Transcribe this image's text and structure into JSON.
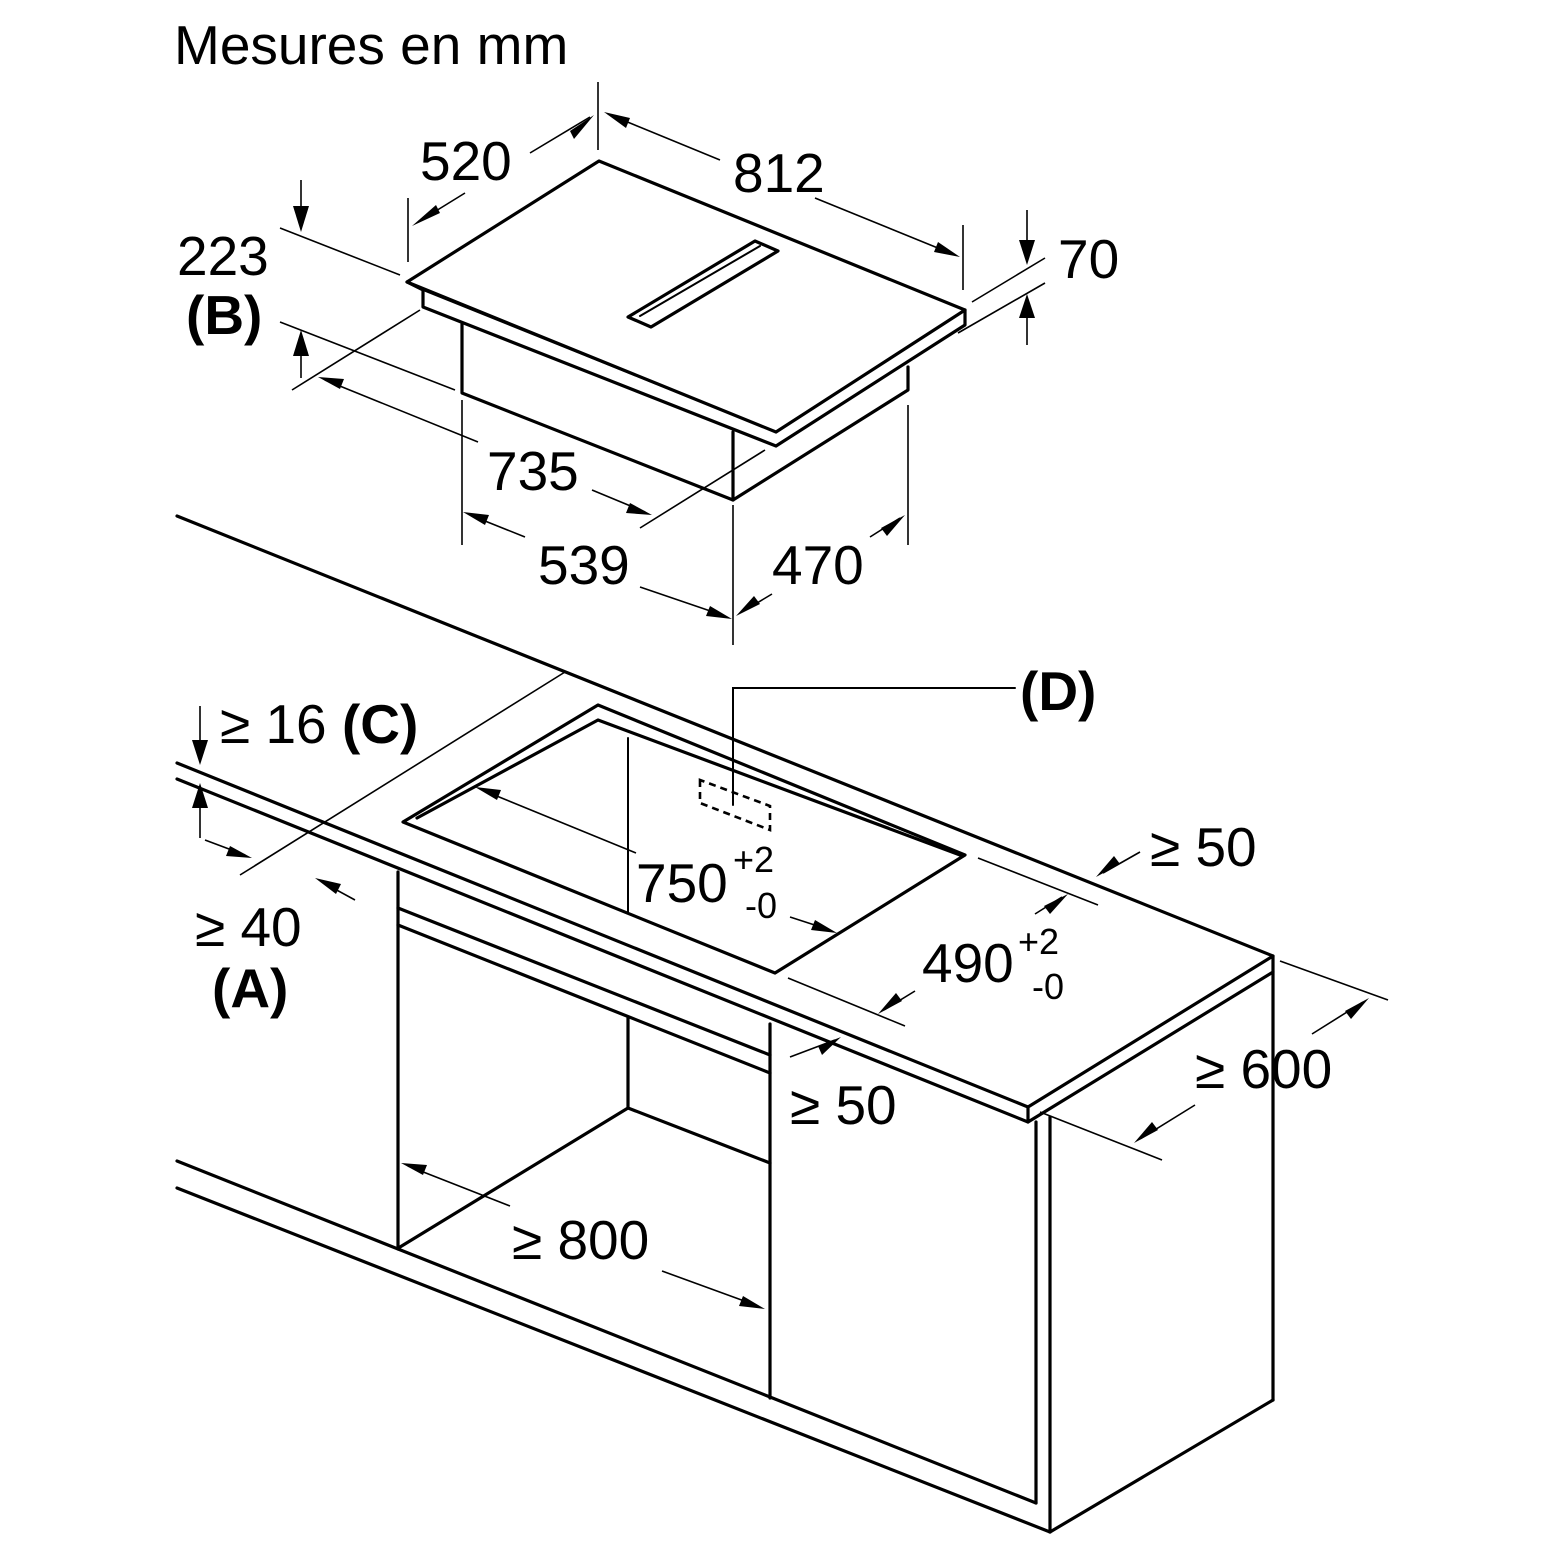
{
  "title": "Mesures en mm",
  "hob": {
    "depth": "520",
    "width": "812",
    "height_total": "223",
    "height_total_ref": "(B)",
    "height_glass": "70",
    "unit_width": "735",
    "unit_depth_left": "539",
    "unit_depth_right": "470"
  },
  "cutout": {
    "worktop_thickness": "≥ 16",
    "worktop_thickness_ref": "(C)",
    "front_margin": "≥ 40",
    "front_margin_ref": "(A)",
    "width_main": "750",
    "width_tol_plus": "+2",
    "width_tol_minus": "-0",
    "depth_main": "490",
    "depth_tol_plus": "+2",
    "depth_tol_minus": "-0",
    "back_margin": "≥ 50",
    "side_margin": "≥ 50",
    "cabinet_depth": "≥ 600",
    "cabinet_width": "≥ 800",
    "marker_ref": "(D)"
  }
}
